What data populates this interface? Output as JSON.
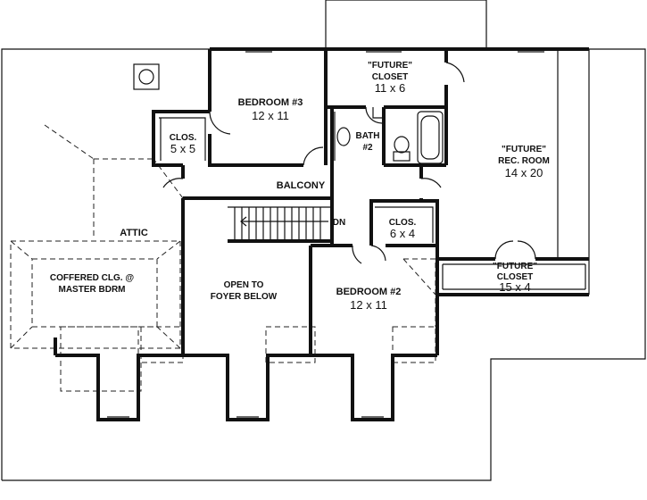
{
  "rooms": {
    "bedroom3": {
      "name": "BEDROOM #3",
      "size": "12 x 11"
    },
    "future_closet_top": {
      "line1": "\"FUTURE\"",
      "line2": "CLOSET",
      "size": "11 x 6"
    },
    "closet_left": {
      "name": "CLOS.",
      "size": "5 x 5"
    },
    "bath2": {
      "line1": "BATH",
      "line2": "#2"
    },
    "future_rec": {
      "line1": "\"FUTURE\"",
      "line2": "REC. ROOM",
      "size": "14 x 20"
    },
    "balcony": {
      "name": "BALCONY"
    },
    "stair": {
      "label": "DN"
    },
    "closet_mid": {
      "name": "CLOS.",
      "size": "6 x 4"
    },
    "attic": {
      "name": "ATTIC"
    },
    "coffered": {
      "line1": "COFFERED CLG. @",
      "line2": "MASTER BDRM"
    },
    "open_foyer": {
      "line1": "OPEN TO",
      "line2": "FOYER BELOW"
    },
    "bedroom2": {
      "name": "BEDROOM #2",
      "size": "12 x 11"
    },
    "future_closet_bottom": {
      "line1": "\"FUTURE\"",
      "line2": "CLOSET",
      "size": "15 x 4"
    }
  }
}
